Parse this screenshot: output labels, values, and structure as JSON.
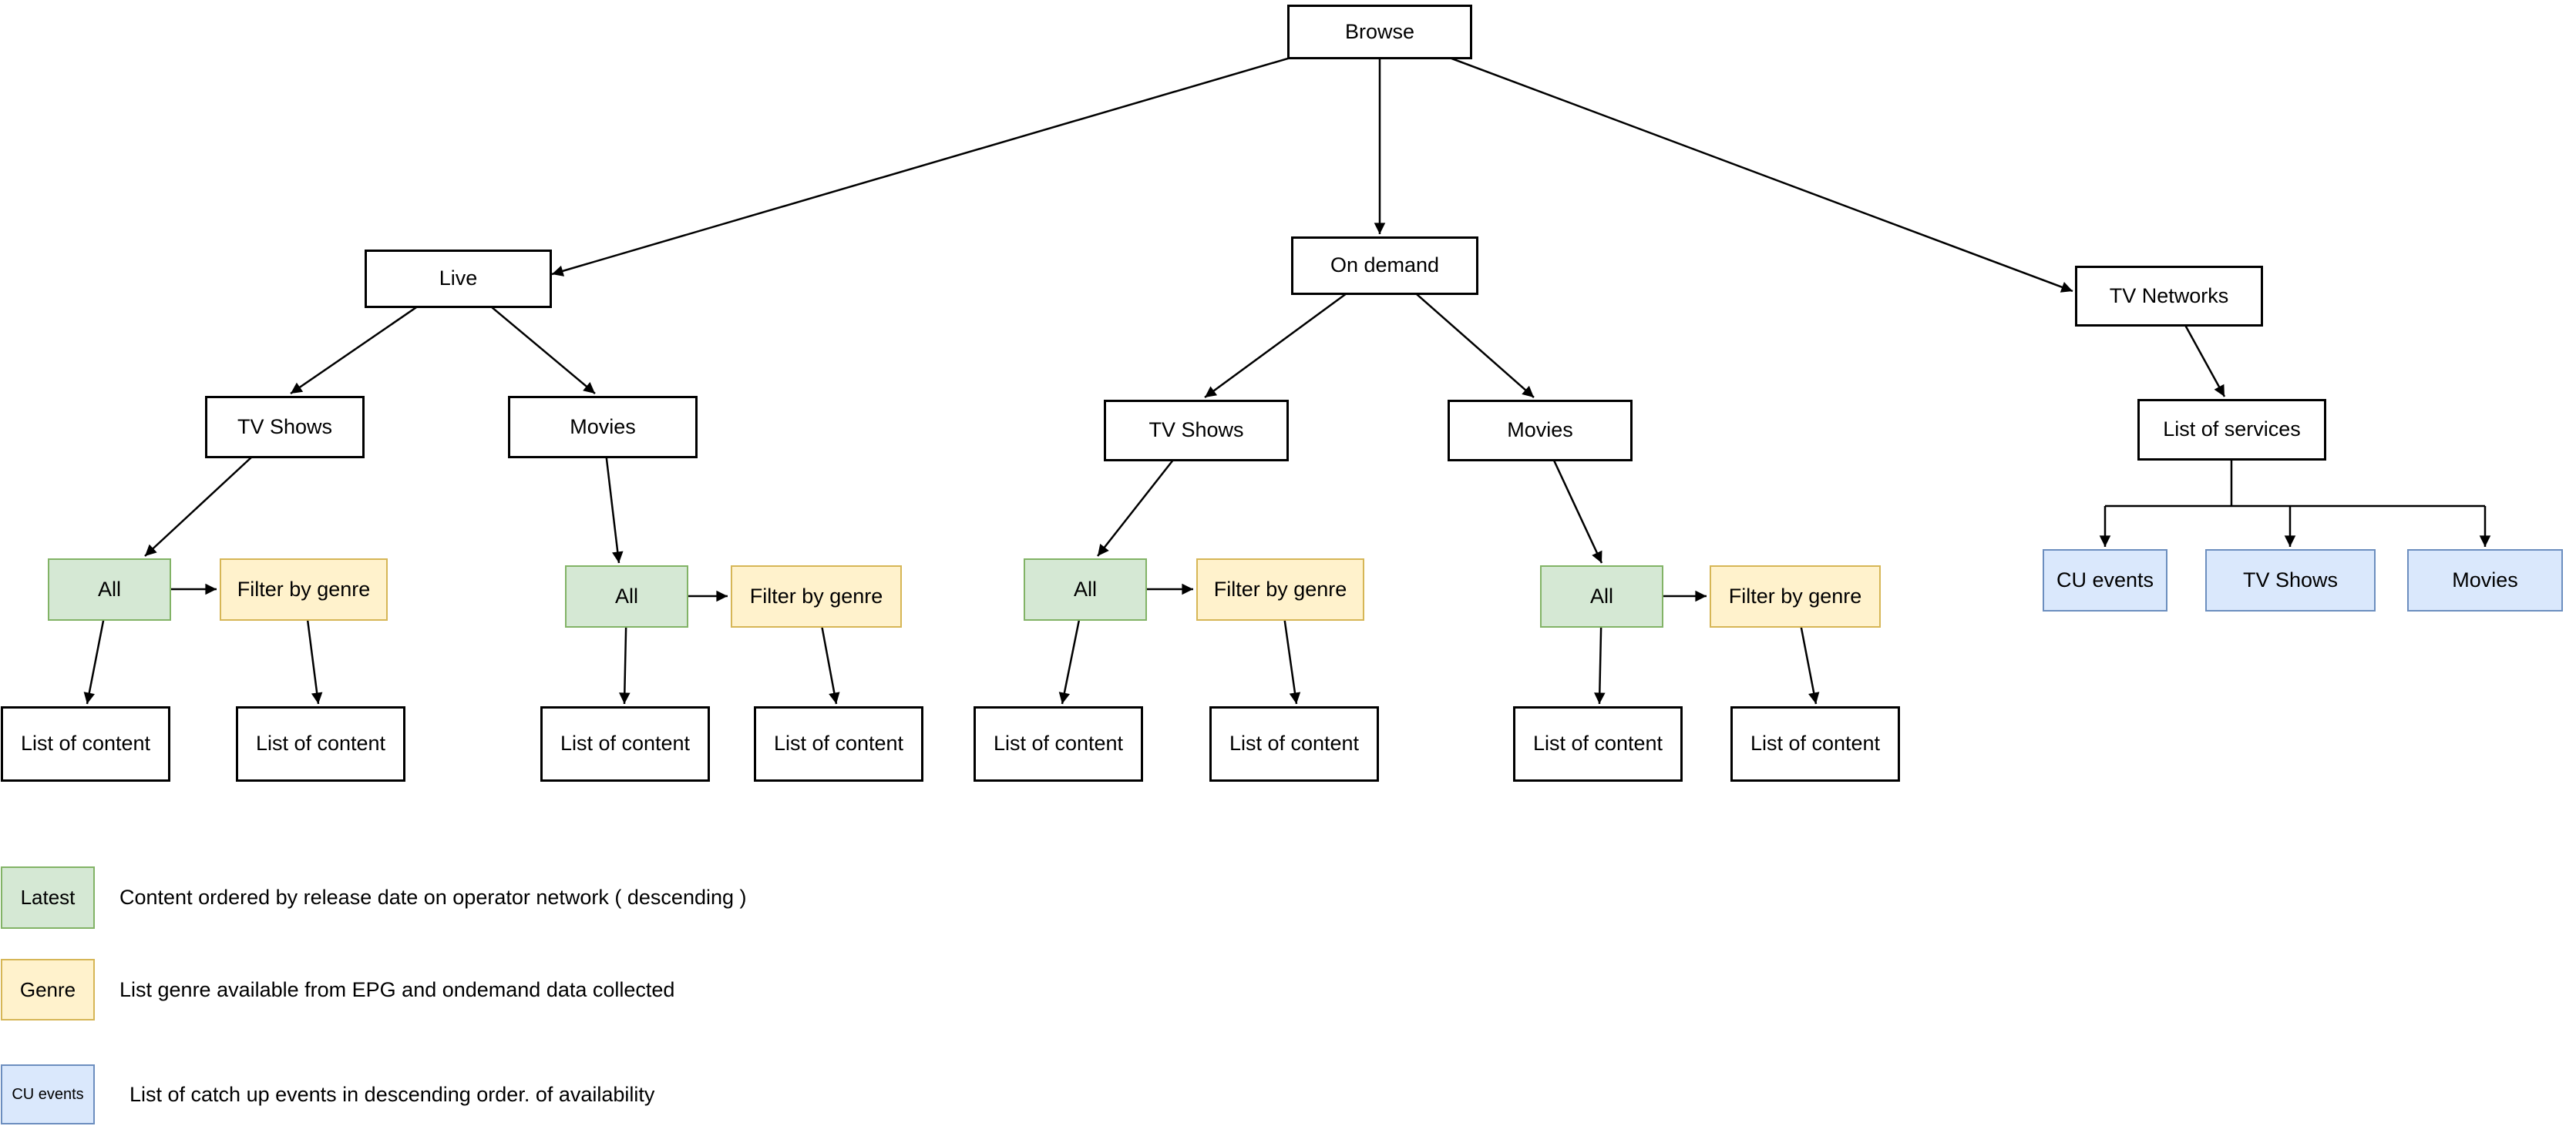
{
  "nodes": {
    "browse": "Browse",
    "live": "Live",
    "on_demand": "On demand",
    "tv_networks": "TV Networks",
    "tv_shows": "TV Shows",
    "movies": "Movies",
    "list_of_services": "List of services",
    "all": "All",
    "filter_by_genre": "Filter by genre",
    "list_of_content": "List of content",
    "cu_events": "CU events"
  },
  "legend": {
    "items": [
      {
        "swatch_label": "Latest",
        "fill": "#d5e8d4",
        "stroke": "#82b366",
        "description": "Content ordered by release date on operator network ( descending )"
      },
      {
        "swatch_label": "Genre",
        "fill": "#fff2cc",
        "stroke": "#d6b656",
        "description": "List genre available from EPG and ondemand data collected"
      },
      {
        "swatch_label": "CU events",
        "fill": "#dae8fc",
        "stroke": "#6c8ebf",
        "description": "List of catch up events in descending order. of availability"
      }
    ]
  },
  "colors": {
    "line": "#000000",
    "background": "#ffffff",
    "green_fill": "#d5e8d4",
    "green_stroke": "#82b366",
    "yellow_fill": "#fff2cc",
    "yellow_stroke": "#d6b656",
    "blue_fill": "#dae8fc",
    "blue_stroke": "#6c8ebf"
  }
}
